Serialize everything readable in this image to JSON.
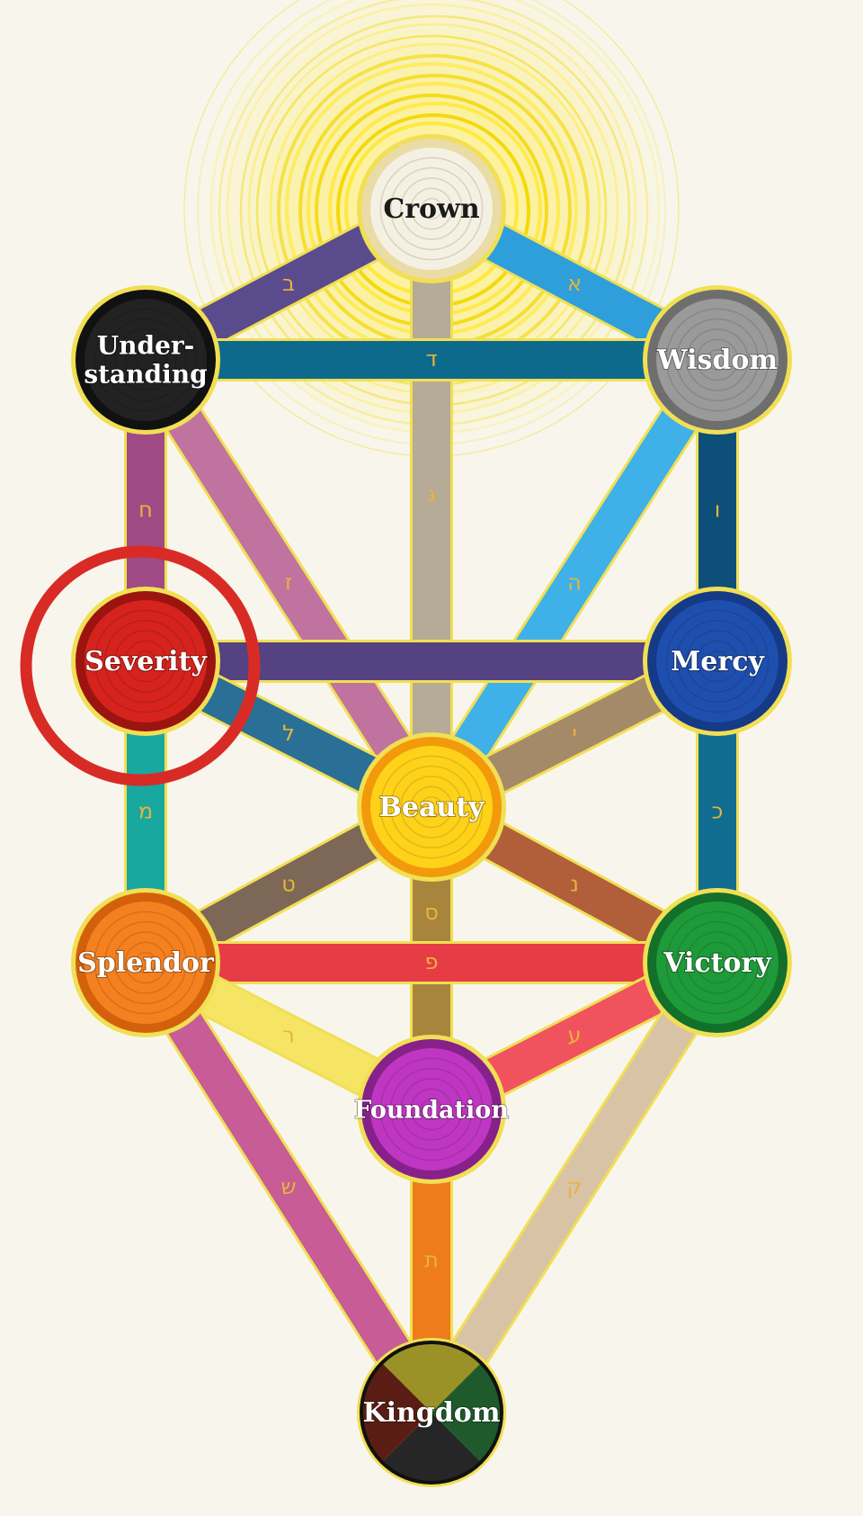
{
  "highlight": {
    "target": "severity",
    "color": "#d92b25"
  },
  "sephirot": [
    {
      "id": "crown",
      "lines": [
        "Crown"
      ],
      "color": "#f4f1e4",
      "edge": "#e9dca6",
      "text_dark": true
    },
    {
      "id": "wisdom",
      "lines": [
        "Wisdom"
      ],
      "color": "#9a9a9a",
      "edge": "#6e6e6e"
    },
    {
      "id": "understanding",
      "lines": [
        "Under-",
        "standing"
      ],
      "color": "#222222",
      "edge": "#111111"
    },
    {
      "id": "mercy",
      "lines": [
        "Mercy"
      ],
      "color": "#1f4fae",
      "edge": "#153a86"
    },
    {
      "id": "severity",
      "lines": [
        "Severity"
      ],
      "color": "#d6231d",
      "edge": "#9c140f"
    },
    {
      "id": "beauty",
      "lines": [
        "Beauty"
      ],
      "color": "#ffd21a",
      "edge": "#f29a0a"
    },
    {
      "id": "victory",
      "lines": [
        "Victory"
      ],
      "color": "#1f9a3a",
      "edge": "#12702a"
    },
    {
      "id": "splendor",
      "lines": [
        "Splendor"
      ],
      "color": "#f48020",
      "edge": "#d3610c"
    },
    {
      "id": "foundation",
      "lines": [
        "Foundation"
      ],
      "color": "#bf36c2",
      "edge": "#86218a"
    },
    {
      "id": "kingdom",
      "lines": [
        "Kingdom"
      ],
      "quadrants": [
        "#9a9226",
        "#1e5a2c",
        "#262626",
        "#5a1d14"
      ]
    }
  ],
  "paths": [
    {
      "from": "crown",
      "to": "understanding",
      "letter": "ב",
      "color": "#5a4b8d"
    },
    {
      "from": "crown",
      "to": "wisdom",
      "letter": "א",
      "color": "#2e9fdb"
    },
    {
      "from": "crown",
      "to": "beauty",
      "letter": "ג",
      "color": "#b6ab96"
    },
    {
      "from": "understanding",
      "to": "wisdom",
      "letter": "ד",
      "color": "#0e6a8d"
    },
    {
      "from": "wisdom",
      "to": "mercy",
      "letter": "ו",
      "color": "#0d4f78"
    },
    {
      "from": "wisdom",
      "to": "beauty",
      "letter": "ה",
      "color": "#3fb1e8"
    },
    {
      "from": "understanding",
      "to": "severity",
      "letter": "ח",
      "color": "#a04a86"
    },
    {
      "from": "understanding",
      "to": "beauty",
      "letter": "ז",
      "color": "#c1739f"
    },
    {
      "from": "severity",
      "to": "mercy",
      "letter": "",
      "color": "#544282"
    },
    {
      "from": "severity",
      "to": "beauty",
      "letter": "ל",
      "color": "#2a6f96"
    },
    {
      "from": "mercy",
      "to": "beauty",
      "letter": "י",
      "color": "#a58a69"
    },
    {
      "from": "mercy",
      "to": "victory",
      "letter": "כ",
      "color": "#116d8f"
    },
    {
      "from": "severity",
      "to": "splendor",
      "letter": "מ",
      "color": "#18a8a0"
    },
    {
      "from": "beauty",
      "to": "splendor",
      "letter": "ט",
      "color": "#7d6756"
    },
    {
      "from": "beauty",
      "to": "victory",
      "letter": "נ",
      "color": "#b15f3a"
    },
    {
      "from": "beauty",
      "to": "foundation",
      "letter": "ס",
      "color": "#a8853d"
    },
    {
      "from": "splendor",
      "to": "victory",
      "letter": "פ",
      "color": "#e63c45"
    },
    {
      "from": "splendor",
      "to": "foundation",
      "letter": "ר",
      "color": "#f6e565"
    },
    {
      "from": "victory",
      "to": "foundation",
      "letter": "ע",
      "color": "#f0525e"
    },
    {
      "from": "splendor",
      "to": "kingdom",
      "letter": "ש",
      "color": "#c75c96"
    },
    {
      "from": "victory",
      "to": "kingdom",
      "letter": "ק",
      "color": "#d8c3a6"
    },
    {
      "from": "foundation",
      "to": "kingdom",
      "letter": "ת",
      "color": "#ee7c1a"
    }
  ]
}
